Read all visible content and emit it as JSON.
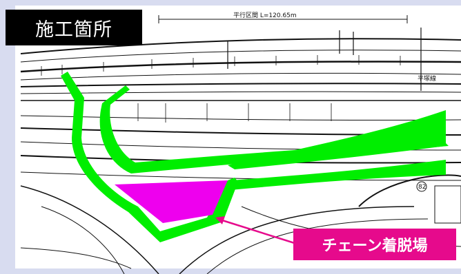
{
  "heading": "施工箇所",
  "callout_label": "チェーン着脱場",
  "drawing": {
    "section_label": "平行区間 L=120.65m",
    "road_label": "平塚線",
    "route_number": "82"
  },
  "colors": {
    "frame_bg": "#d8dcf0",
    "highlight_green": "#00ee00",
    "highlight_magenta": "#ee00ee",
    "callout_pink": "#e60a8c",
    "title_black": "#000000"
  }
}
